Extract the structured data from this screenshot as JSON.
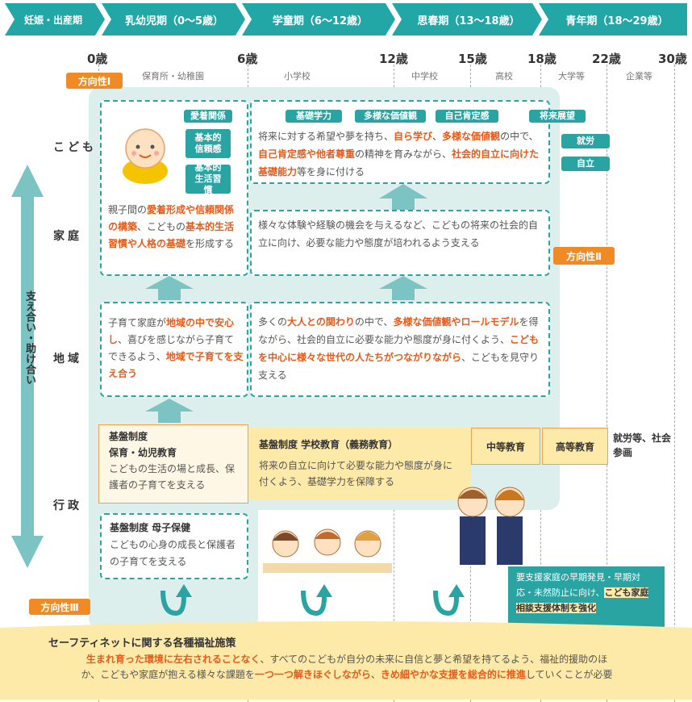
{
  "stages": [
    {
      "label": "妊娠・出産期"
    },
    {
      "label": "乳幼児期（0〜5歳）"
    },
    {
      "label": "学童期（6〜12歳）"
    },
    {
      "label": "思春期（13〜18歳）"
    },
    {
      "label": "青年期（18〜29歳）"
    }
  ],
  "ages": [
    "0歳",
    "6歳",
    "12歳",
    "15歳",
    "18歳",
    "22歳",
    "30歳"
  ],
  "schools": [
    "保育所・幼稚園",
    "小学校",
    "中学校",
    "高校",
    "大学等",
    "企業等"
  ],
  "direction": {
    "d1": "方向性Ⅰ",
    "d2": "方向性Ⅱ",
    "d3": "方向性Ⅲ"
  },
  "rows": {
    "kodomo": "こども",
    "katei": "家庭",
    "chiiki": "地域",
    "gyosei": "行政"
  },
  "side_label": "支え合い・助け合い",
  "chips": {
    "aichaku": "愛着関係",
    "kihon_shinrai": "基本的信頼感",
    "kihon_seikatsu": "基本的生活習慣",
    "gakuryoku": "基礎学力",
    "kachikan": "多様な価値観",
    "jiko": "自己肯定感",
    "shinro": "将来展望",
    "shuro": "就労",
    "jiritsu": "自立"
  },
  "kodomo_text": {
    "t1": "将来に対する希望や夢を持ち、",
    "e1": "自ら学び",
    "t2": "、",
    "e2": "多様な価値観",
    "t3": "の中で、",
    "e3": "自己肯定感や他者尊重",
    "t4": "の精神を育みながら、",
    "e4": "社会的自立に向けた基礎能力",
    "t5": "等を身に付ける"
  },
  "katei_left": {
    "t1": "親子間の",
    "e1": "愛着形成や信頼関係の構築",
    "t2": "、こどもの",
    "e2": "基本的生活習慣や人格の基礎",
    "t3": "を形成する"
  },
  "katei_right": "様々な体験や経験の機会を与えるなど、こどもの将来の社会的自立に向け、必要な能力や態度が培われるよう支える",
  "chiiki_left": {
    "t1": "子育て家庭が",
    "e1": "地域の中で安心し",
    "t2": "、喜びを感じながら子育てできるよう、",
    "e2": "地域で子育てを支え合う"
  },
  "chiiki_right": {
    "t1": "多くの",
    "e1": "大人との関わり",
    "t2": "の中で、",
    "e2": "多様な価値観やロールモデル",
    "t3": "を得ながら、社会的自立に必要な能力や態度が身に付くよう、",
    "e3": "こどもを中心に様々な世代の人たちがつながりながら",
    "t4": "、こどもを見守り支える"
  },
  "gyosei": {
    "left_title1": "基盤制度",
    "left_title2": "保育・幼児教育",
    "left_body": "こどもの生活の場と成長、保護者の子育てを支える",
    "mid_title": "基盤制度 学校教育（義務教育）",
    "mid_body": "将来の自立に向けて必要な能力や態度が身に付くよう、基礎学力を保障する",
    "chuto": "中等教育",
    "koto": "高等教育",
    "shuro": "就労等、社会参画",
    "boshi_title": "基盤制度 母子保健",
    "boshi_body": "こどもの心身の成長と保護者の子育てを支える"
  },
  "support_box": {
    "t1": "要支援家庭の早期発見・早期対応・未然防止に向け、",
    "e1": "こども家庭相談支援体制を強化"
  },
  "safety": {
    "title": "セーフティネットに関する各種福祉施策",
    "e1": "生まれ育った環境に左右されることなく",
    "t1": "、すべてのこどもが自分の未来に自信と夢と希望を持てるよう、",
    "t2": "福祉的援助のほか、こどもや家庭が抱える様々な課題を",
    "e2": "一つ一つ解きほぐしながら",
    "t3": "、",
    "e3": "きめ細やかな支援を総合的に推進",
    "t4": "していくことが必要"
  },
  "colors": {
    "teal": "#23a6a6",
    "orange": "#f08a24",
    "accent": "#e85a1a",
    "panel": "#dcefed",
    "yellow": "#fde9a8"
  }
}
